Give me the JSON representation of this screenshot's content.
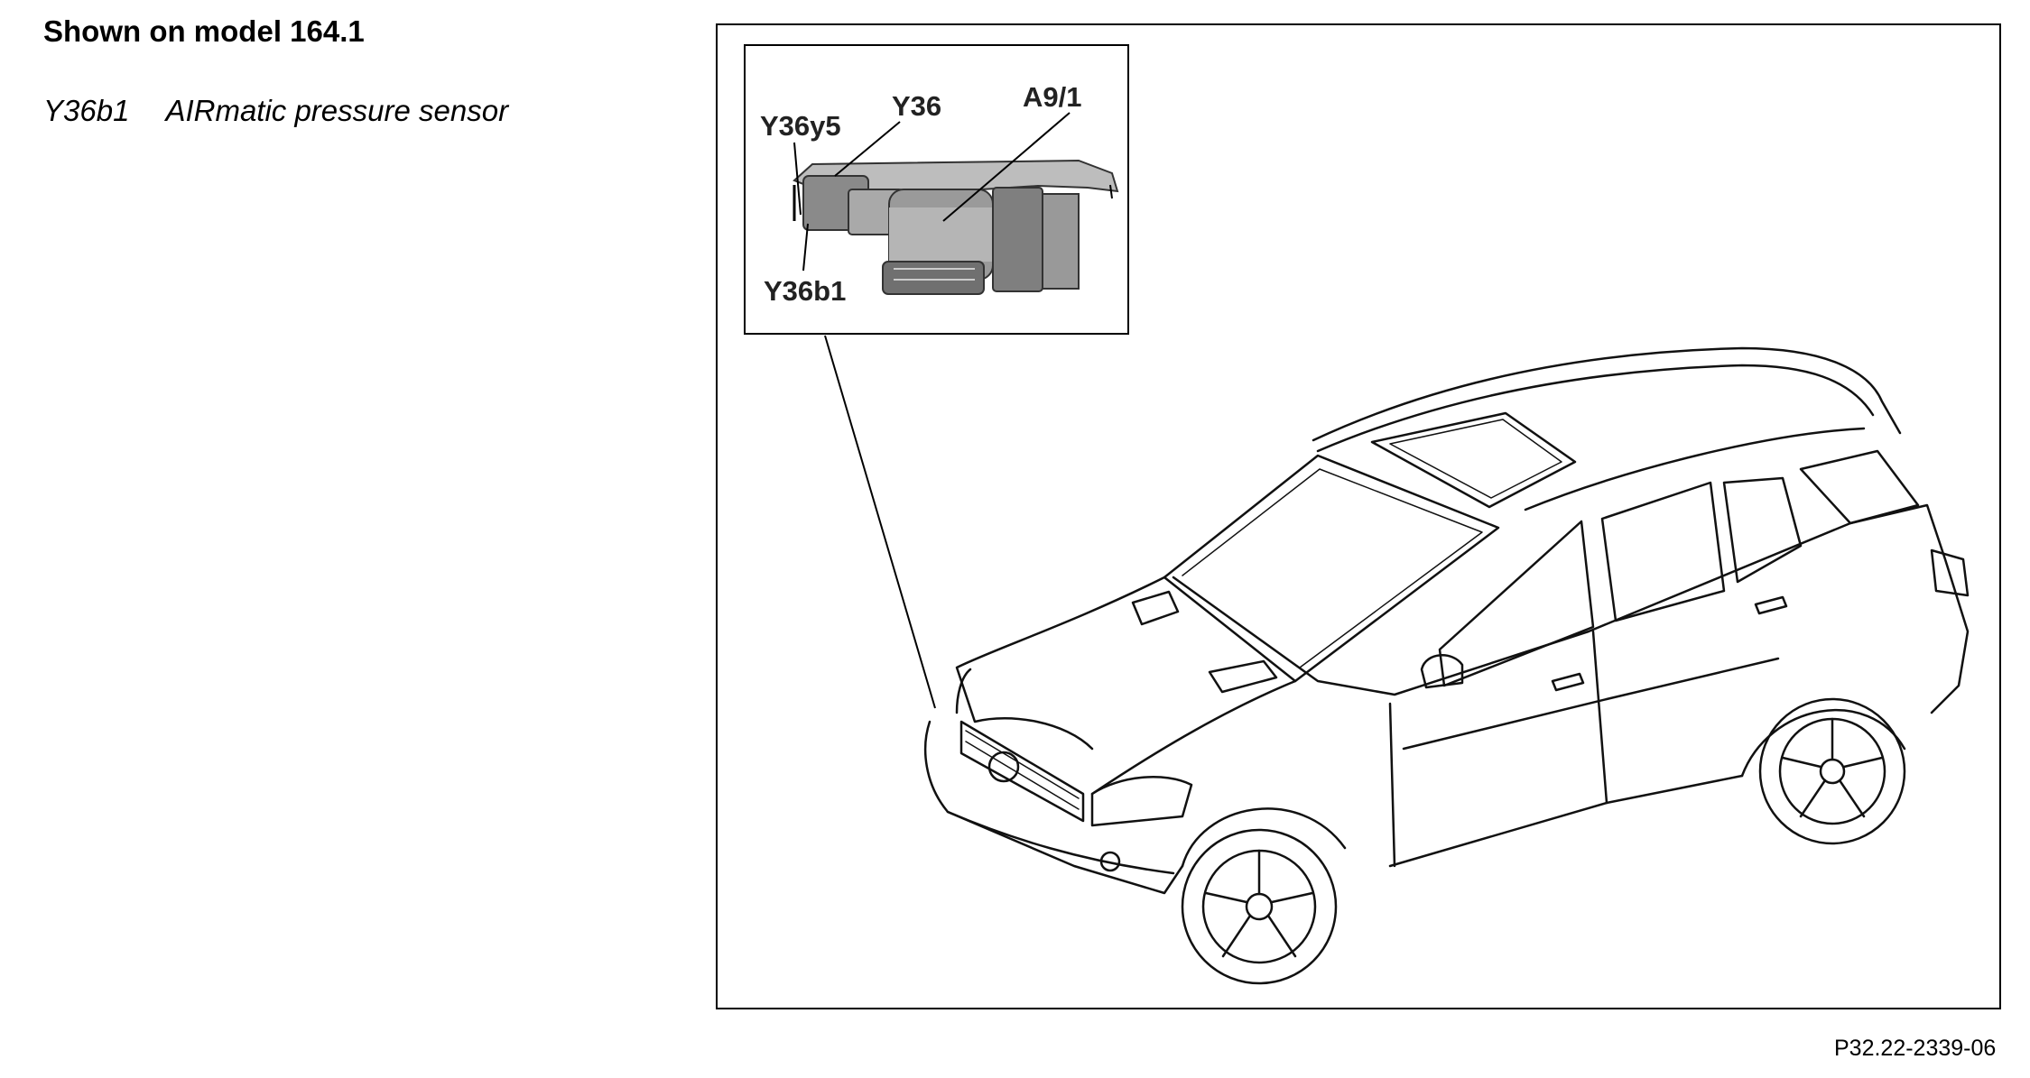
{
  "header": {
    "title": "Shown on model 164.1"
  },
  "legend": [
    {
      "code": "Y36b1",
      "description": "AIRmatic pressure sensor"
    }
  ],
  "callouts": {
    "y36y5": "Y36y5",
    "y36": "Y36",
    "a91": "A9/1",
    "y36b1": "Y36b1"
  },
  "reference": "P32.22-2339-06"
}
